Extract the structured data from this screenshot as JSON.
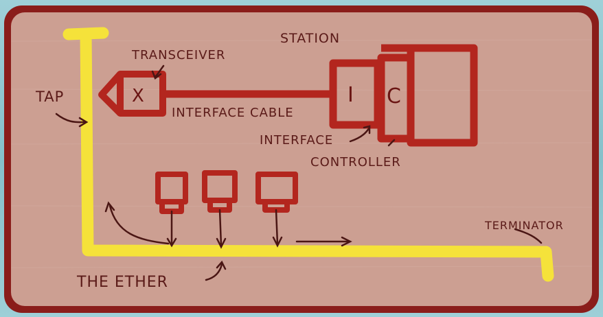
{
  "diagram": {
    "labels": {
      "station": "STATION",
      "transceiver": "TRANSCEIVER",
      "tap": "TAP",
      "interface_cable": "INTERFACE CABLE",
      "interface": "INTERFACE",
      "controller": "CONTROLLER",
      "terminator": "TERMINATOR",
      "the_ether": "THE ETHER",
      "transceiver_mark": "X",
      "interface_mark": "I",
      "controller_mark": "C"
    },
    "colors": {
      "panel": "#cc9f92",
      "frame": "#8a1d1a",
      "ink": "#5a1a18",
      "ether": "#f5e23a",
      "station": "#b3261e"
    }
  }
}
